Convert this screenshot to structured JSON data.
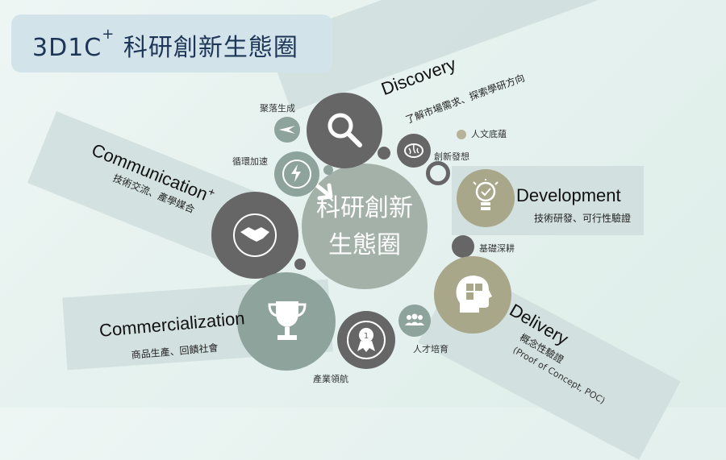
{
  "title": {
    "main": "3D1C",
    "sup": "+",
    "suffix": " 科研創新生態圈"
  },
  "center": {
    "line1": "科研創新",
    "line2": "生態圈"
  },
  "discovery": {
    "heading": "Discovery",
    "sub": "了解市場需求、探索學研方向"
  },
  "development": {
    "heading": "Development",
    "sub": "技術研發、可行性驗證"
  },
  "delivery": {
    "heading": "Delivery",
    "sub": "概念性驗證",
    "sub2": "(Proof of Concept, POC)"
  },
  "communication": {
    "heading": "Communication",
    "plus": "+",
    "sub": "技術交流、產學媒合"
  },
  "commercialization": {
    "heading": "Commercialization",
    "sub": "商品生產、回饋社會"
  },
  "labels": {
    "cluster": "聚落生成",
    "accelerate": "循環加速",
    "humanities": "人文底蘊",
    "innovation": "創新發想",
    "foundation": "基礎深耕",
    "talent": "人才培育",
    "leadership": "產業領航"
  },
  "colors": {
    "dark_gray": "#666666",
    "sage": "#8ea39b",
    "olive": "#a8a78a",
    "center": "#a3b1a8",
    "title": "#1d3557"
  },
  "icons": [
    "search-icon",
    "brain-icon",
    "lightbulb-icon",
    "head-puzzle-icon",
    "people-icon",
    "medal-icon",
    "trophy-icon",
    "handshake-icon",
    "lightning-icon",
    "paper-plane-icon"
  ]
}
